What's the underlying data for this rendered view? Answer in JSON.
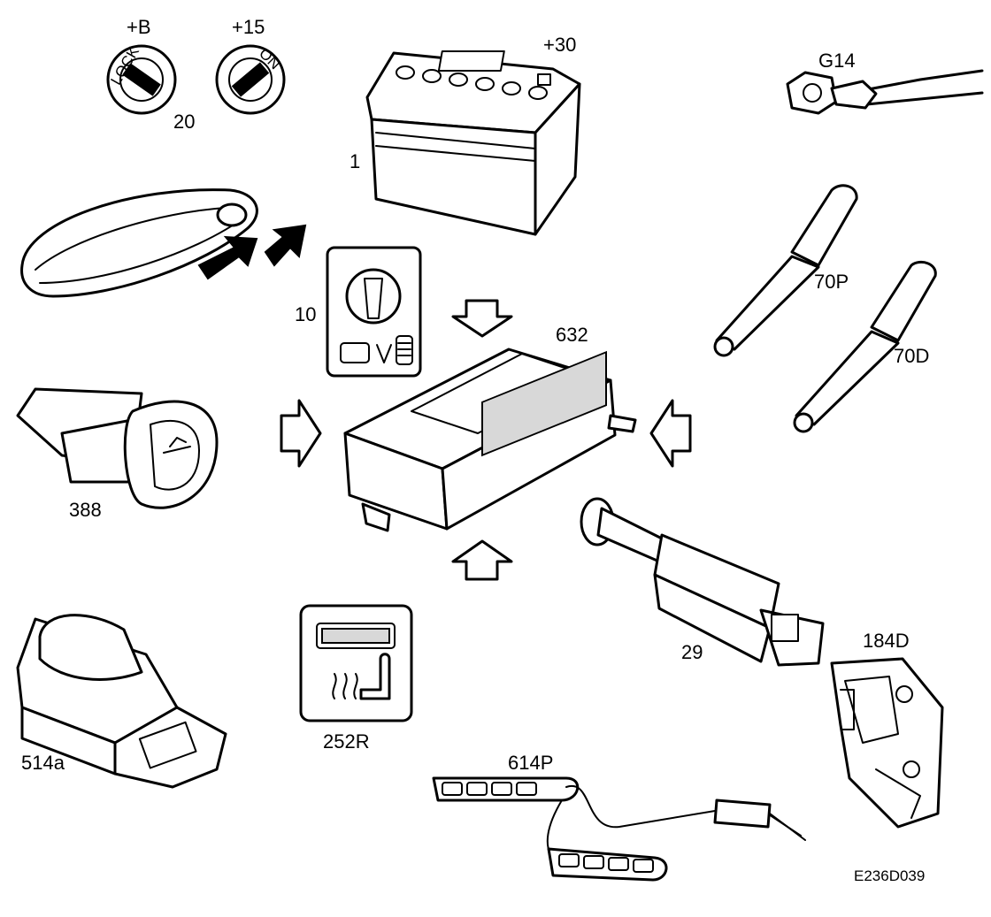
{
  "labels": {
    "plus_b": "+B",
    "plus_15": "+15",
    "lock_text": "LOCK",
    "on_text": "ON",
    "ignition_20": "20",
    "battery_plus30": "+30",
    "battery_1": "1",
    "ground_g14": "G14",
    "switch_10": "10",
    "ecu_632": "632",
    "belt_70p": "70P",
    "belt_70d": "70D",
    "trunk_388": "388",
    "brake_29": "29",
    "lock_184d": "184D",
    "window_514a": "514a",
    "seat_heat_252r": "252R",
    "seat_pad_614p": "614P",
    "figure_code": "E236D039"
  },
  "icons": [
    "ignition-lock-icon",
    "ignition-on-icon",
    "battery-icon",
    "ground-terminal-icon",
    "key-fob-icon",
    "light-switch-icon",
    "control-module-icon",
    "seat-belt-buckle-icon",
    "trunk-release-icon",
    "brake-switch-icon",
    "door-lock-icon",
    "window-switch-icon",
    "seat-heater-button-icon",
    "seat-heater-pad-icon",
    "arrow-icon"
  ]
}
